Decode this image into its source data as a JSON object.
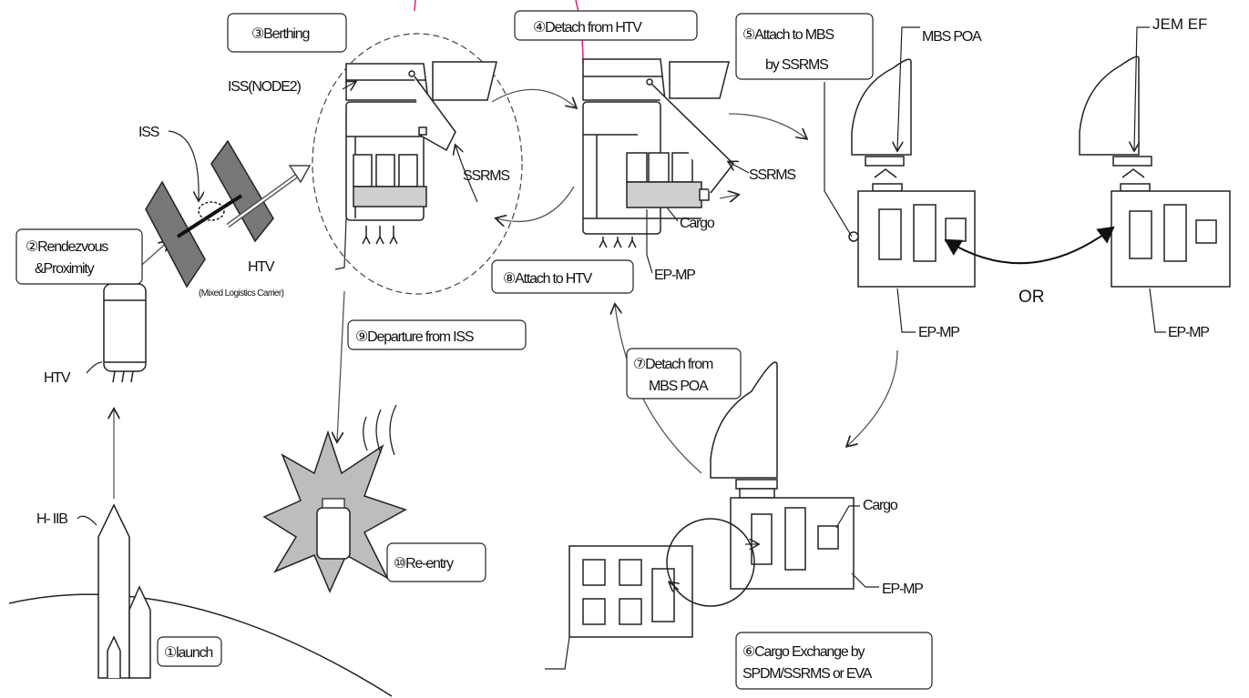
{
  "steps": {
    "s1": "①launch",
    "s2a": "②Rendezvous",
    "s2b": "&Proximity",
    "s3": "③Berthing",
    "s4": "④Detach from HTV",
    "s5a": "⑤Attach to MBS",
    "s5b": "by SSRMS",
    "s6a": "⑥Cargo Exchange by",
    "s6b": "SPDM/SSRMS or EVA",
    "s7a": "⑦Detach from",
    "s7b": "MBS POA",
    "s8": "⑧Attach to HTV",
    "s9": "⑨Departure from ISS",
    "s10": "⑩Re-entry"
  },
  "labels": {
    "iss": "ISS",
    "iss_node2": "ISS(NODE2)",
    "htv": "HTV",
    "htv_small": "HTV",
    "mixed": "(Mixed Logistics Carrier)",
    "h2b": "H- IIB",
    "ssrms_a": "SSRMS",
    "ssrms_b": "SSRMS",
    "cargo_a": "Cargo",
    "cargo_b": "Cargo",
    "epmp_a": "EP-MP",
    "epmp_b": "EP-MP",
    "epmp_c": "EP-MP",
    "epmp_d": "EP-MP",
    "mbs_poa": "MBS POA",
    "jem_ef": "JEM EF",
    "or": "OR"
  },
  "colors": {
    "ink": "#111111",
    "grey": "#cfcfcf",
    "magenta": "#e0207a"
  }
}
